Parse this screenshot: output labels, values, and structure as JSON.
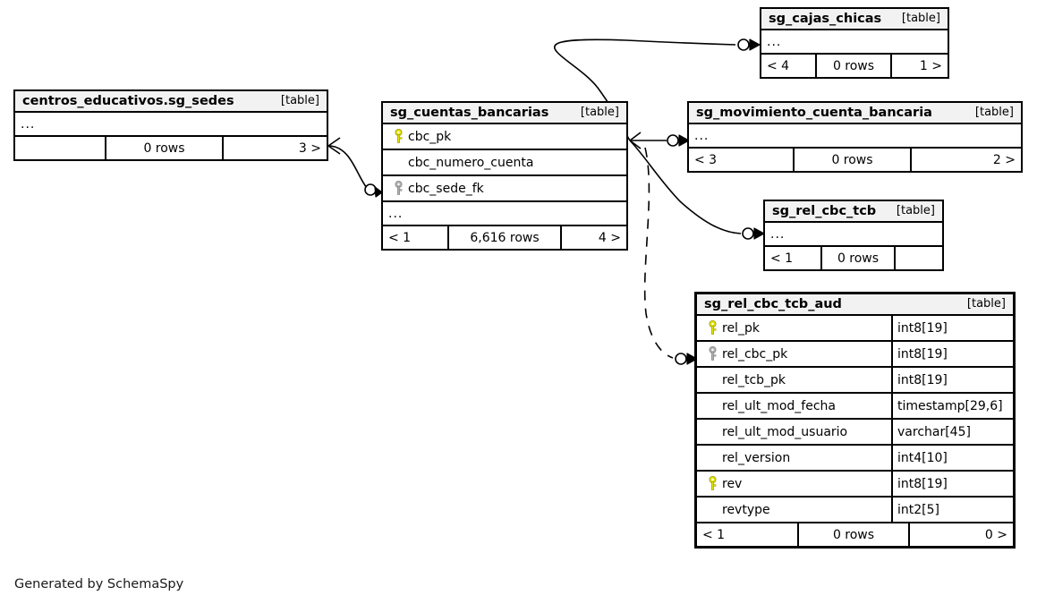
{
  "diagram": {
    "generator_credit": "Generated by SchemaSpy",
    "table_kind_label": "[table]",
    "ellipsis": "...",
    "colors": {
      "primary_key": "#e3e300",
      "foreign_key": "#b0b0b0",
      "border": "#000000",
      "header_bg": "#f2f2f2",
      "background": "#ffffff"
    }
  },
  "tables": [
    {
      "id": "sg_sedes",
      "name": "centros_educativos.sg_sedes",
      "kind": "[table]",
      "columns": [],
      "has_ellipsis_row": true,
      "footer": {
        "left": "",
        "middle": "0 rows",
        "right": "3 >"
      }
    },
    {
      "id": "sg_cuentas_bancarias",
      "name": "sg_cuentas_bancarias",
      "kind": "[table]",
      "columns": [
        {
          "name": "cbc_pk",
          "key": "primary",
          "type": ""
        },
        {
          "name": "cbc_numero_cuenta",
          "key": "none",
          "type": ""
        },
        {
          "name": "cbc_sede_fk",
          "key": "foreign",
          "type": ""
        }
      ],
      "has_ellipsis_row": true,
      "footer": {
        "left": "< 1",
        "middle": "6,616 rows",
        "right": "4 >"
      }
    },
    {
      "id": "sg_cajas_chicas",
      "name": "sg_cajas_chicas",
      "kind": "[table]",
      "columns": [],
      "has_ellipsis_row": true,
      "footer": {
        "left": "< 4",
        "middle": "0 rows",
        "right": "1 >"
      }
    },
    {
      "id": "sg_movimiento_cuenta_bancaria",
      "name": "sg_movimiento_cuenta_bancaria",
      "kind": "[table]",
      "columns": [],
      "has_ellipsis_row": true,
      "footer": {
        "left": "< 3",
        "middle": "0 rows",
        "right": "2 >"
      }
    },
    {
      "id": "sg_rel_cbc_tcb",
      "name": "sg_rel_cbc_tcb",
      "kind": "[table]",
      "columns": [],
      "has_ellipsis_row": true,
      "footer": {
        "left": "< 1",
        "middle": "0 rows",
        "right": ""
      }
    },
    {
      "id": "sg_rel_cbc_tcb_aud",
      "name": "sg_rel_cbc_tcb_aud",
      "kind": "[table]",
      "columns": [
        {
          "name": "rel_pk",
          "key": "primary",
          "type": "int8[19]"
        },
        {
          "name": "rel_cbc_pk",
          "key": "foreign",
          "type": "int8[19]"
        },
        {
          "name": "rel_tcb_pk",
          "key": "none",
          "type": "int8[19]"
        },
        {
          "name": "rel_ult_mod_fecha",
          "key": "none",
          "type": "timestamp[29,6]"
        },
        {
          "name": "rel_ult_mod_usuario",
          "key": "none",
          "type": "varchar[45]"
        },
        {
          "name": "rel_version",
          "key": "none",
          "type": "int4[10]"
        },
        {
          "name": "rev",
          "key": "primary",
          "type": "int8[19]"
        },
        {
          "name": "revtype",
          "key": "none",
          "type": "int2[5]"
        }
      ],
      "has_ellipsis_row": false,
      "footer": {
        "left": "< 1",
        "middle": "0 rows",
        "right": "0 >"
      }
    }
  ],
  "relationships": [
    {
      "from": "sg_sedes",
      "to": "sg_cuentas_bancarias.cbc_sede_fk",
      "style": "solid"
    },
    {
      "from": "sg_cuentas_bancarias",
      "to": "sg_cajas_chicas",
      "style": "solid"
    },
    {
      "from": "sg_cuentas_bancarias",
      "to": "sg_movimiento_cuenta_bancaria",
      "style": "solid"
    },
    {
      "from": "sg_cuentas_bancarias",
      "to": "sg_rel_cbc_tcb",
      "style": "solid"
    },
    {
      "from": "sg_cuentas_bancarias",
      "to": "sg_rel_cbc_tcb_aud.rel_cbc_pk",
      "style": "dashed"
    }
  ]
}
